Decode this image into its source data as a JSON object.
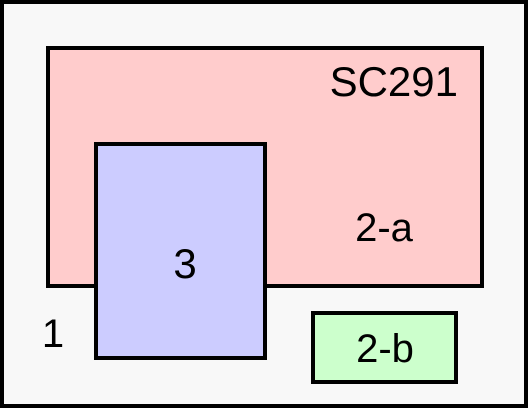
{
  "diagram": {
    "outer": {
      "label": "1",
      "fill": "#f8f8f8"
    },
    "region_2a": {
      "label": "2-a",
      "title": "SC291",
      "fill": "#ffcccc"
    },
    "region_2b": {
      "label": "2-b",
      "fill": "#ccffcc"
    },
    "region_3": {
      "label": "3",
      "fill": "#ccccff"
    },
    "border_color": "#000000"
  }
}
